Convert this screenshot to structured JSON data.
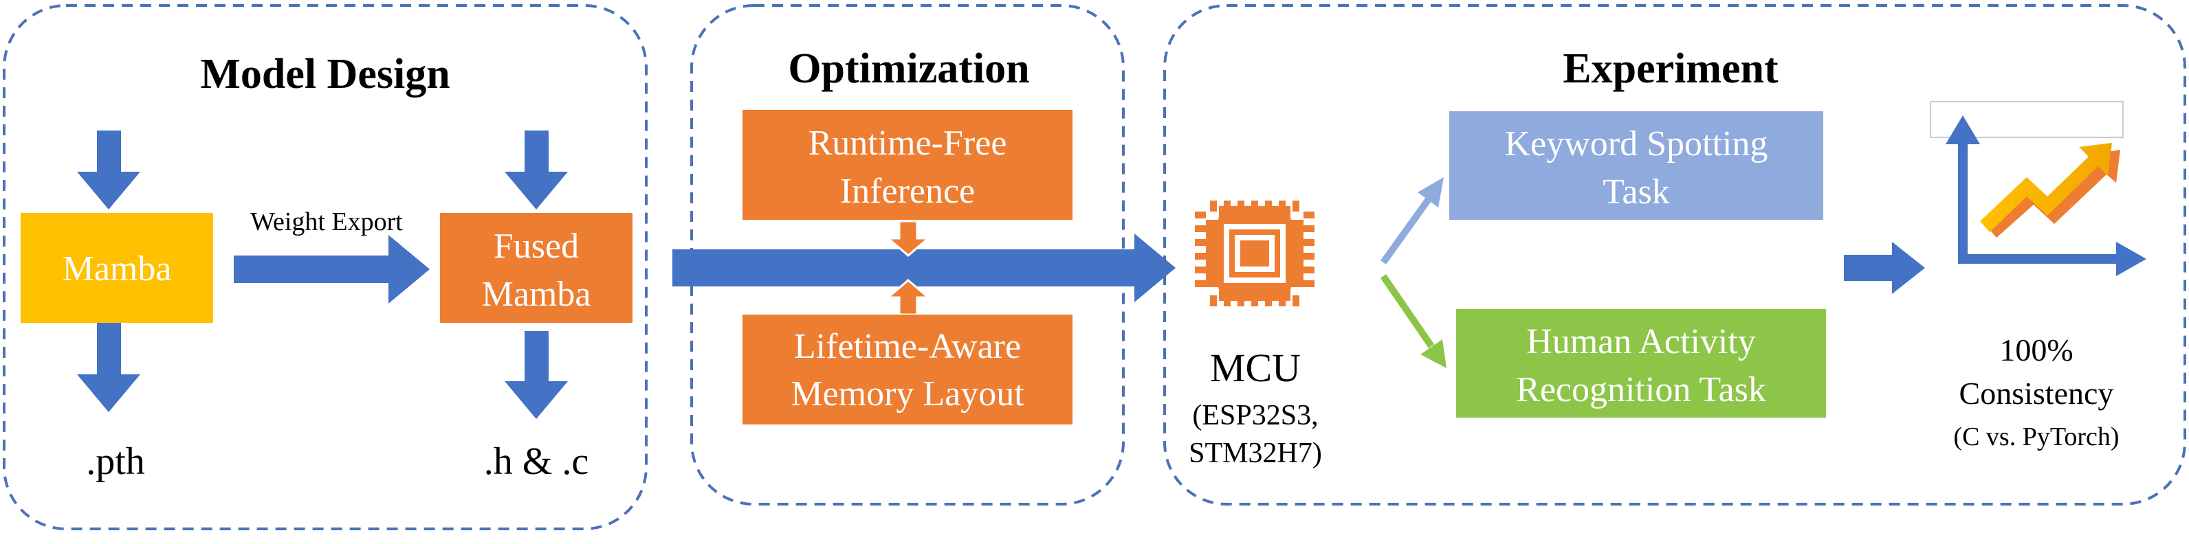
{
  "colors": {
    "border": "#4a72b8",
    "arrow_blue": "#4472c4",
    "mamba_yellow": "#ffc000",
    "orange": "#ed7d31",
    "light_blue": "#8faadc",
    "green": "#8dc549",
    "gold": "#ffc000"
  },
  "model_design": {
    "title": "Model Design",
    "mamba_label": "Mamba",
    "weight_export_label": "Weight Export",
    "fused_line1": "Fused",
    "fused_line2": "Mamba",
    "pth_label": ".pth",
    "hc_label": ".h & .c"
  },
  "optimization": {
    "title": "Optimization",
    "box1_line1": "Runtime-Free",
    "box1_line2": "Inference",
    "box2_line1": "Lifetime-Aware",
    "box2_line2": "Memory Layout"
  },
  "experiment": {
    "title": "Experiment",
    "mcu_label": "MCU",
    "mcu_sub1": "(ESP32S3,",
    "mcu_sub2": "STM32H7)",
    "kws_line1": "Keyword Spotting",
    "kws_line2": "Task",
    "har_line1": "Human Activity",
    "har_line2": "Recognition Task",
    "result_line1": "100%",
    "result_line2": "Consistency",
    "result_line3": "(C vs. PyTorch)"
  }
}
